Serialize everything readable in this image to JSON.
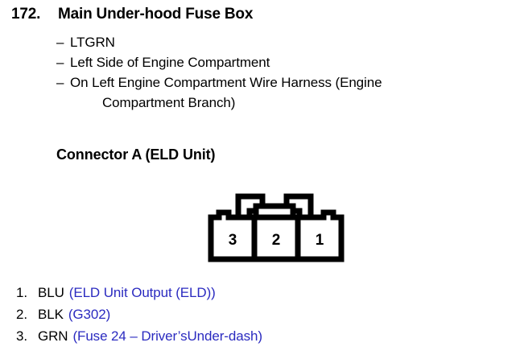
{
  "page": {
    "background": "#ffffff",
    "text_color": "#000000",
    "link_color": "#2b2bc0"
  },
  "entry": {
    "number": "172.",
    "title": "Main Under-hood Fuse Box",
    "attributes": [
      {
        "mark": "–",
        "text": "LTGRN"
      },
      {
        "mark": "–",
        "text": "Left Side of Engine Compartment"
      },
      {
        "mark": "–",
        "text": "On Left Engine Compartment Wire Harness (Engine",
        "continuation": "Compartment Branch)"
      }
    ]
  },
  "connector": {
    "heading": "Connector A (ELD Unit)",
    "cavity_labels": [
      "3",
      "2",
      "1"
    ]
  },
  "pins": [
    {
      "number": "1.",
      "wire_color": "BLU",
      "description": "(ELD Unit Output (ELD))"
    },
    {
      "number": "2.",
      "wire_color": "BLK",
      "description": "(G302)"
    },
    {
      "number": "3.",
      "wire_color": "GRN",
      "description": "(Fuse 24 – Driver’sUnder-dash)"
    }
  ]
}
